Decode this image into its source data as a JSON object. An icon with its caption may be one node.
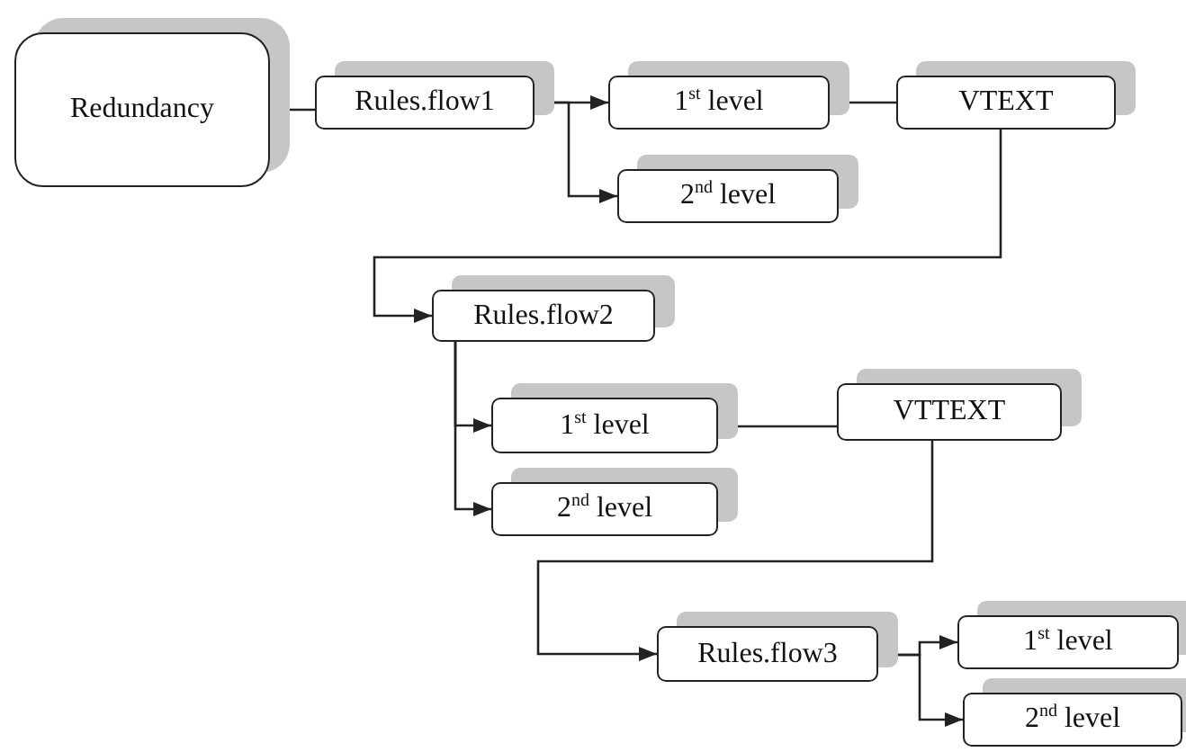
{
  "diagram": {
    "nodes": [
      {
        "text": [
          "Redundancy"
        ]
      },
      {
        "text": [
          "Rules.flow1"
        ]
      },
      {
        "text": [
          "1$^{st}$ level"
        ]
      },
      {
        "text": [
          "VTEXT"
        ]
      },
      {
        "text": [
          "2$^{nd}$ level"
        ]
      },
      {
        "text": [
          "Rules.flow2"
        ]
      },
      {
        "text": [
          "1$^{st}$ level"
        ]
      },
      {
        "text": [
          "VTTEXT"
        ]
      },
      {
        "text": [
          "2$^{nd}$ level"
        ]
      },
      {
        "text": [
          "Rules.flow3"
        ]
      },
      {
        "text": [
          "1$^{st}$ level"
        ]
      },
      {
        "text": [
          "2$^{nd}$ level"
        ]
      }
    ],
    "edges": [
      {
        "from": 0,
        "to": 1,
        "arrow": "none"
      },
      {
        "from": 1,
        "to": 2,
        "arrow": "to"
      },
      {
        "from": 1,
        "to": 4,
        "arrow": "to"
      },
      {
        "from": 2,
        "to": 3,
        "arrow": "none"
      },
      {
        "from": 3,
        "to": 5,
        "arrow": "to"
      },
      {
        "from": 5,
        "to": 6,
        "arrow": "to"
      },
      {
        "from": 5,
        "to": 8,
        "arrow": "to"
      },
      {
        "from": 6,
        "to": 7,
        "arrow": "none"
      },
      {
        "from": 7,
        "to": 9,
        "arrow": "to"
      },
      {
        "from": 9,
        "to": 10,
        "arrow": "to"
      },
      {
        "from": 9,
        "to": 11,
        "arrow": "to"
      }
    ]
  }
}
